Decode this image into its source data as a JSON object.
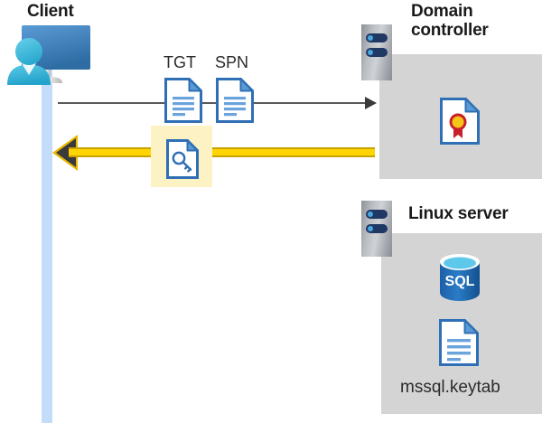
{
  "diagram": {
    "type": "sequence-flow",
    "title_client": "Client",
    "title_domain_controller": "Domain\ncontroller",
    "title_linux_server": "Linux server"
  },
  "client": {
    "label": "Client",
    "icon": "user-with-monitor-icon",
    "lifeline_color": "#c2dcfa"
  },
  "flow": {
    "request": {
      "direction": "client-to-domain-controller",
      "style": "thin-gray-arrow",
      "color": "#58595b",
      "tokens": [
        {
          "label": "TGT",
          "icon": "document-icon"
        },
        {
          "label": "SPN",
          "icon": "document-icon"
        }
      ]
    },
    "response": {
      "direction": "domain-controller-to-client",
      "style": "thick-yellow-arrow",
      "color": "#ffd400",
      "highlight_color": "#fdf2c4",
      "token": {
        "label": "",
        "icon": "document-with-key-icon"
      }
    }
  },
  "domain_controller": {
    "title": "Domain controller",
    "title_line1": "Domain",
    "title_line2": "controller",
    "server_icon": "server-rack-icon",
    "panel_color": "#d4d4d4",
    "contents": [
      {
        "icon": "certificate-document-icon",
        "label": ""
      }
    ]
  },
  "linux_server": {
    "title": "Linux server",
    "server_icon": "server-rack-icon",
    "panel_color": "#d4d4d4",
    "contents": [
      {
        "icon": "sql-database-icon",
        "label": "SQL"
      },
      {
        "icon": "document-icon",
        "label": "mssql.keytab"
      }
    ]
  },
  "colors": {
    "accent_blue": "#3a7ebf",
    "doc_border": "#2f6fb5",
    "yellow": "#ffd400",
    "yellow_dark": "#c8a200",
    "panel_gray": "#d4d4d4",
    "lifeline_blue": "#c2dcfa",
    "sql_blue": "#1f6cb4",
    "cert_red": "#c8202a",
    "cert_yellow": "#f5c518"
  }
}
